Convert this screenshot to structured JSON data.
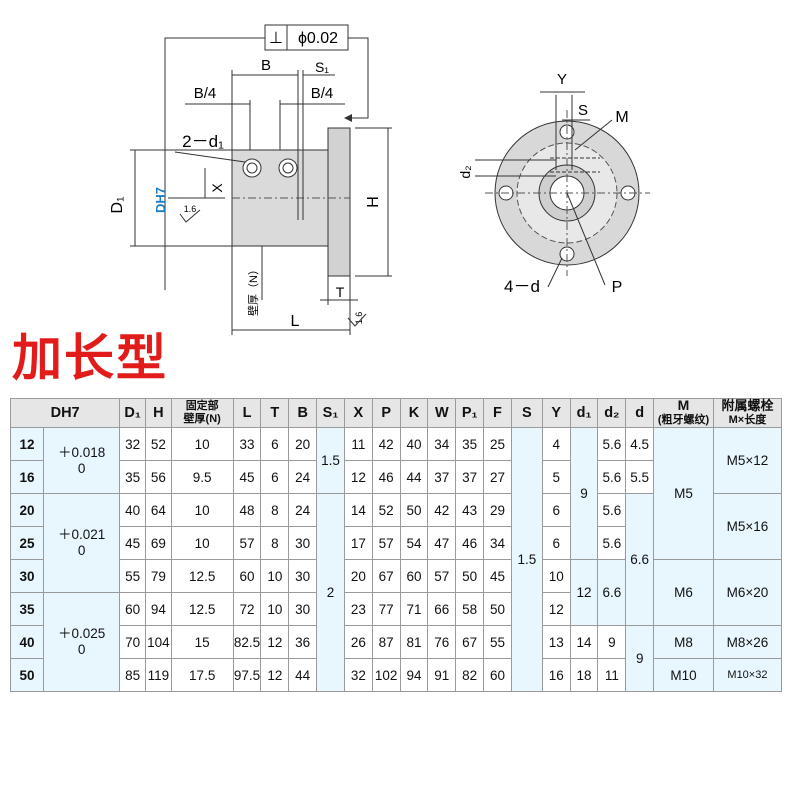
{
  "drawing": {
    "tolerance_frame": {
      "symbol": "⊥",
      "value": "ϕ0.02"
    },
    "side_view": {
      "B": "B",
      "S1": "S₁",
      "B4_left": "B/4",
      "B4_right": "B/4",
      "hole": "2－d₁",
      "D1": "D₁",
      "DH7": "DH7",
      "X": "X",
      "H": "H",
      "roughness": "1.6",
      "wall": "壁厚（N）",
      "L": "L",
      "T": "T",
      "roughness2": "1.6"
    },
    "front_view": {
      "Y": "Y",
      "S": "S",
      "M": "M",
      "d2": "d₂",
      "d": "4－d",
      "P": "P"
    }
  },
  "title": "加长型",
  "table": {
    "headers": [
      "D₁",
      "H",
      "固定部壁厚(N)",
      "L",
      "T",
      "B",
      "S₁",
      "X",
      "P",
      "K",
      "W",
      "P₁",
      "F",
      "S",
      "Y",
      "d₁",
      "d₂",
      "d",
      "M(粗牙螺纹)",
      "附属螺栓M×长度"
    ],
    "header_fixed_1": "固定部",
    "header_fixed_2": "壁厚(N)",
    "header_m_1": "M",
    "header_m_2": "(粗牙螺纹)",
    "header_bolt_1": "附属螺栓",
    "header_bolt_2": "M×长度",
    "dh7_label": "DH7",
    "rows": [
      {
        "dh7": "12",
        "D1": "32",
        "H": "52",
        "N": "10",
        "L": "33",
        "T": "6",
        "B": "20",
        "X": "11",
        "P": "42",
        "K": "40",
        "W": "34",
        "P1": "35",
        "F": "25",
        "Y": "4",
        "d2": "5.6",
        "d": "4.5"
      },
      {
        "dh7": "16",
        "D1": "35",
        "H": "56",
        "N": "9.5",
        "L": "45",
        "T": "6",
        "B": "24",
        "X": "12",
        "P": "46",
        "K": "44",
        "W": "37",
        "P1": "37",
        "F": "27",
        "Y": "5",
        "d2": "5.6",
        "d": "5.5"
      },
      {
        "dh7": "20",
        "D1": "40",
        "H": "64",
        "N": "10",
        "L": "48",
        "T": "8",
        "B": "24",
        "X": "14",
        "P": "52",
        "K": "50",
        "W": "42",
        "P1": "43",
        "F": "29",
        "Y": "6",
        "d2": "5.6"
      },
      {
        "dh7": "25",
        "D1": "45",
        "H": "69",
        "N": "10",
        "L": "57",
        "T": "8",
        "B": "30",
        "X": "17",
        "P": "57",
        "K": "54",
        "W": "47",
        "P1": "46",
        "F": "34",
        "Y": "6",
        "d2": "5.6"
      },
      {
        "dh7": "30",
        "D1": "55",
        "H": "79",
        "N": "12.5",
        "L": "60",
        "T": "10",
        "B": "30",
        "X": "20",
        "P": "67",
        "K": "60",
        "W": "57",
        "P1": "50",
        "F": "45",
        "Y": "10"
      },
      {
        "dh7": "35",
        "D1": "60",
        "H": "94",
        "N": "12.5",
        "L": "72",
        "T": "10",
        "B": "30",
        "X": "23",
        "P": "77",
        "K": "71",
        "W": "66",
        "P1": "58",
        "F": "50",
        "Y": "12"
      },
      {
        "dh7": "40",
        "D1": "70",
        "H": "104",
        "N": "15",
        "L": "82.5",
        "T": "12",
        "B": "36",
        "X": "26",
        "P": "87",
        "K": "81",
        "W": "76",
        "P1": "67",
        "F": "55",
        "Y": "13",
        "d1": "14",
        "d2": "9"
      },
      {
        "dh7": "50",
        "D1": "85",
        "H": "119",
        "N": "17.5",
        "L": "97.5",
        "T": "12",
        "B": "44",
        "X": "32",
        "P": "102",
        "K": "94",
        "W": "91",
        "P1": "82",
        "F": "60",
        "Y": "16",
        "d1": "18",
        "d2": "11"
      }
    ],
    "tol": [
      {
        "upper": "＋0.018",
        "lower": "0"
      },
      {
        "upper": "＋0.021",
        "lower": "0"
      },
      {
        "upper": "＋0.025",
        "lower": "0"
      }
    ],
    "merged": {
      "S1_a": "1.5",
      "S1_b": "2",
      "S": "1.5",
      "d1_a": "9",
      "d1_b": "12",
      "d2_b": "6.6",
      "d_a": "6.6",
      "d_b": "9",
      "M_a": "M5",
      "M_b": "M6",
      "M_c": "M8",
      "M_d": "M10",
      "bolt_a": "M5×12",
      "bolt_b": "M5×16",
      "bolt_c": "M6×20",
      "bolt_d": "M8×26",
      "bolt_e": "M10×32"
    }
  }
}
